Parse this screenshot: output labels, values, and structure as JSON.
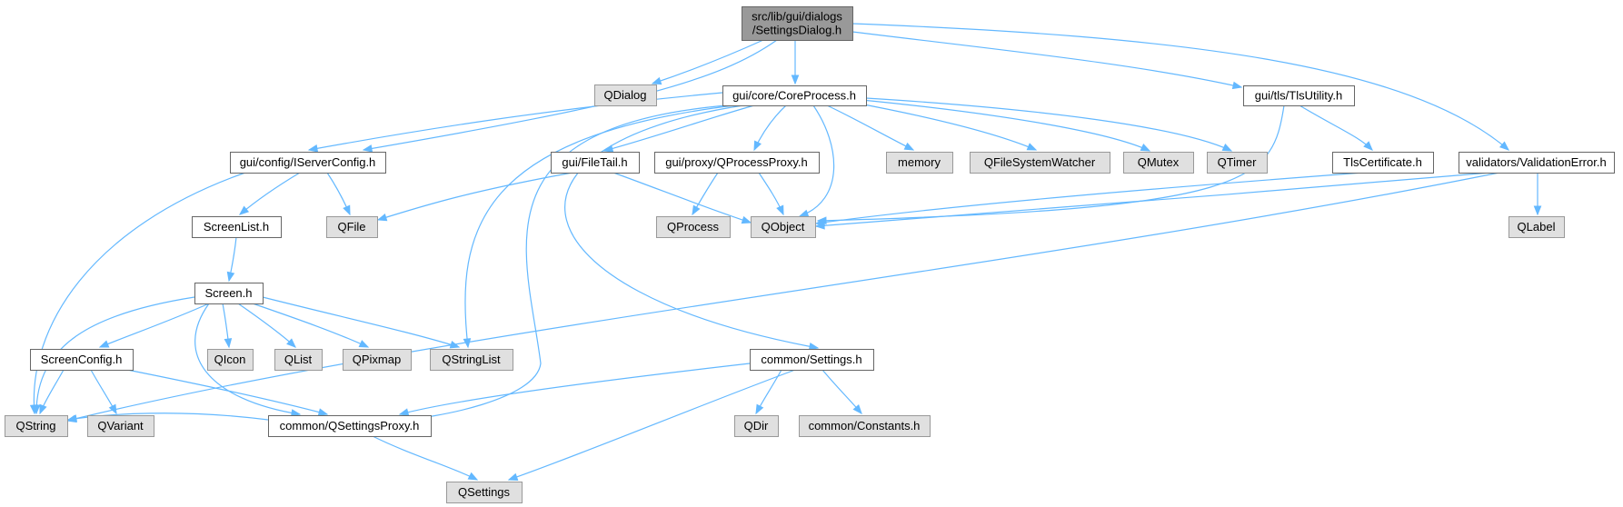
{
  "graph": {
    "colors": {
      "edge": "#63b8ff",
      "root_fill": "#999999",
      "internal_fill": "#ffffff",
      "external_fill": "#e0e0e0",
      "border_dark": "#666666",
      "border_light": "#999999"
    },
    "nodes": [
      {
        "id": "settingsdialog",
        "kind": "root",
        "lines": [
          "src/lib/gui/dialogs",
          "/SettingsDialog.h"
        ]
      },
      {
        "id": "qdialog",
        "kind": "external",
        "lines": [
          "QDialog"
        ]
      },
      {
        "id": "coreprocess",
        "kind": "internal",
        "lines": [
          "gui/core/CoreProcess.h"
        ]
      },
      {
        "id": "tlsutility",
        "kind": "internal",
        "lines": [
          "gui/tls/TlsUtility.h"
        ]
      },
      {
        "id": "iserverconfig",
        "kind": "internal",
        "lines": [
          "gui/config/IServerConfig.h"
        ]
      },
      {
        "id": "filetail",
        "kind": "internal",
        "lines": [
          "gui/FileTail.h"
        ]
      },
      {
        "id": "qprocessproxy",
        "kind": "internal",
        "lines": [
          "gui/proxy/QProcessProxy.h"
        ]
      },
      {
        "id": "memory",
        "kind": "external",
        "lines": [
          "memory"
        ]
      },
      {
        "id": "qfilesystemwatcher",
        "kind": "external",
        "lines": [
          "QFileSystemWatcher"
        ]
      },
      {
        "id": "qmutex",
        "kind": "external",
        "lines": [
          "QMutex"
        ]
      },
      {
        "id": "qtimer",
        "kind": "external",
        "lines": [
          "QTimer"
        ]
      },
      {
        "id": "tlscertificate",
        "kind": "internal",
        "lines": [
          "TlsCertificate.h"
        ]
      },
      {
        "id": "validationerror",
        "kind": "internal",
        "lines": [
          "validators/ValidationError.h"
        ]
      },
      {
        "id": "screenlist",
        "kind": "internal",
        "lines": [
          "ScreenList.h"
        ]
      },
      {
        "id": "qfile",
        "kind": "external",
        "lines": [
          "QFile"
        ]
      },
      {
        "id": "qprocess",
        "kind": "external",
        "lines": [
          "QProcess"
        ]
      },
      {
        "id": "qobject",
        "kind": "external",
        "lines": [
          "QObject"
        ]
      },
      {
        "id": "qlabel",
        "kind": "external",
        "lines": [
          "QLabel"
        ]
      },
      {
        "id": "screen",
        "kind": "internal",
        "lines": [
          "Screen.h"
        ]
      },
      {
        "id": "screenconfig",
        "kind": "internal",
        "lines": [
          "ScreenConfig.h"
        ]
      },
      {
        "id": "qicon",
        "kind": "external",
        "lines": [
          "QIcon"
        ]
      },
      {
        "id": "qlist",
        "kind": "external",
        "lines": [
          "QList"
        ]
      },
      {
        "id": "qpixmap",
        "kind": "external",
        "lines": [
          "QPixmap"
        ]
      },
      {
        "id": "qstringlist",
        "kind": "external",
        "lines": [
          "QStringList"
        ]
      },
      {
        "id": "commonsettings",
        "kind": "internal",
        "lines": [
          "common/Settings.h"
        ]
      },
      {
        "id": "qstring",
        "kind": "external",
        "lines": [
          "QString"
        ]
      },
      {
        "id": "qvariant",
        "kind": "external",
        "lines": [
          "QVariant"
        ]
      },
      {
        "id": "qsettingsproxy",
        "kind": "internal",
        "lines": [
          "common/QSettingsProxy.h"
        ]
      },
      {
        "id": "qdir",
        "kind": "external",
        "lines": [
          "QDir"
        ]
      },
      {
        "id": "constants",
        "kind": "external",
        "lines": [
          "common/Constants.h"
        ]
      },
      {
        "id": "qsettings",
        "kind": "external",
        "lines": [
          "QSettings"
        ]
      }
    ],
    "edges": [
      {
        "from": "settingsdialog",
        "to": "qdialog"
      },
      {
        "from": "settingsdialog",
        "to": "coreprocess"
      },
      {
        "from": "settingsdialog",
        "to": "iserverconfig"
      },
      {
        "from": "settingsdialog",
        "to": "tlsutility"
      },
      {
        "from": "settingsdialog",
        "to": "validationerror"
      },
      {
        "from": "coreprocess",
        "to": "iserverconfig"
      },
      {
        "from": "coreprocess",
        "to": "filetail"
      },
      {
        "from": "coreprocess",
        "to": "qprocessproxy"
      },
      {
        "from": "coreprocess",
        "to": "memory"
      },
      {
        "from": "coreprocess",
        "to": "qfilesystemwatcher"
      },
      {
        "from": "coreprocess",
        "to": "qmutex"
      },
      {
        "from": "coreprocess",
        "to": "qtimer"
      },
      {
        "from": "coreprocess",
        "to": "qobject"
      },
      {
        "from": "coreprocess",
        "to": "qstringlist"
      },
      {
        "from": "coreprocess",
        "to": "commonsettings"
      },
      {
        "from": "coreprocess",
        "to": "qsettingsproxy"
      },
      {
        "from": "tlsutility",
        "to": "tlscertificate"
      },
      {
        "from": "tlsutility",
        "to": "qobject"
      },
      {
        "from": "tlscertificate",
        "to": "qobject"
      },
      {
        "from": "validationerror",
        "to": "qobject"
      },
      {
        "from": "validationerror",
        "to": "qlabel"
      },
      {
        "from": "validationerror",
        "to": "qstring"
      },
      {
        "from": "iserverconfig",
        "to": "screenlist"
      },
      {
        "from": "iserverconfig",
        "to": "qfile"
      },
      {
        "from": "iserverconfig",
        "to": "qstring"
      },
      {
        "from": "filetail",
        "to": "qfile"
      },
      {
        "from": "filetail",
        "to": "qobject"
      },
      {
        "from": "qprocessproxy",
        "to": "qprocess"
      },
      {
        "from": "qprocessproxy",
        "to": "qobject"
      },
      {
        "from": "screenlist",
        "to": "screen"
      },
      {
        "from": "screen",
        "to": "screenconfig"
      },
      {
        "from": "screen",
        "to": "qicon"
      },
      {
        "from": "screen",
        "to": "qlist"
      },
      {
        "from": "screen",
        "to": "qpixmap"
      },
      {
        "from": "screen",
        "to": "qstringlist"
      },
      {
        "from": "screen",
        "to": "qstring"
      },
      {
        "from": "screen",
        "to": "qsettingsproxy"
      },
      {
        "from": "screenconfig",
        "to": "qstring"
      },
      {
        "from": "screenconfig",
        "to": "qvariant"
      },
      {
        "from": "screenconfig",
        "to": "qsettingsproxy"
      },
      {
        "from": "commonsettings",
        "to": "qsettingsproxy"
      },
      {
        "from": "commonsettings",
        "to": "qdir"
      },
      {
        "from": "commonsettings",
        "to": "constants"
      },
      {
        "from": "commonsettings",
        "to": "qsettings"
      },
      {
        "from": "qsettingsproxy",
        "to": "qsettings"
      },
      {
        "from": "qsettingsproxy",
        "to": "qstring"
      }
    ]
  }
}
